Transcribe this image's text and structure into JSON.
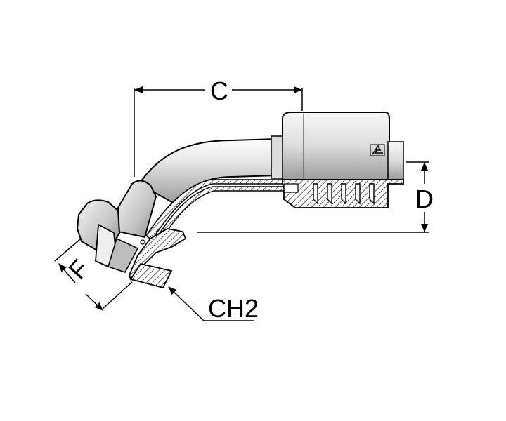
{
  "dimensions": {
    "c": "C",
    "d": "D",
    "f": "F",
    "ch2": "CH2"
  },
  "logo": {
    "icon": "manufacturer-logo-icon"
  },
  "colors": {
    "body_light": "#f2f2f2",
    "body_mid": "#c9c9c9",
    "body_dark": "#8a8a8a",
    "outline": "#000000",
    "section": "#d9d9d9"
  }
}
